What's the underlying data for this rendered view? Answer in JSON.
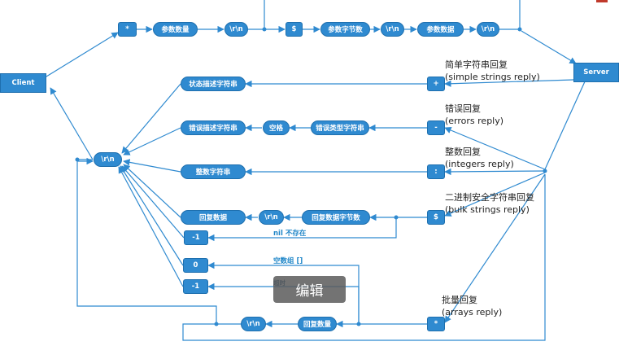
{
  "colors": {
    "node": "#2f8ad0",
    "edge": "#2f8ad0",
    "note": "#1f86c8",
    "text": "#222222"
  },
  "endpoints": {
    "client": "Client",
    "server": "Server"
  },
  "request": {
    "star": "*",
    "arg_count": "参数数量",
    "crlf": "\\r\\n",
    "dollar": "$",
    "arg_bytes": "参数字节数",
    "arg_data": "参数数据"
  },
  "replies": {
    "simple": {
      "prefix": "+",
      "title": "简单字符串回复",
      "subtitle": "(simple strings reply)",
      "content": "状态描述字符串"
    },
    "error": {
      "prefix": "-",
      "title": "错误回复",
      "subtitle": "(errors reply)",
      "type": "错误类型字符串",
      "space": "空格",
      "content": "错误描述字符串"
    },
    "integer": {
      "prefix": ":",
      "title": "整数回复",
      "subtitle": "(integers reply)",
      "content": "整数字符串"
    },
    "bulk": {
      "prefix": "$",
      "title": "二进制安全字符串回复",
      "subtitle": "(bulk strings reply)",
      "bytes": "回复数据字节数",
      "data": "回复数据",
      "nil_value": "-1",
      "nil_note": "nil 不存在"
    },
    "array": {
      "prefix": "*",
      "title": "批量回复",
      "subtitle": "(arrays reply)",
      "count": "回复数量",
      "empty_value": "0",
      "empty_note": "空数组 []",
      "timeout_value": "-1",
      "timeout_note": "超时"
    }
  },
  "crlf": "\\r\\n",
  "watermark": "编辑"
}
